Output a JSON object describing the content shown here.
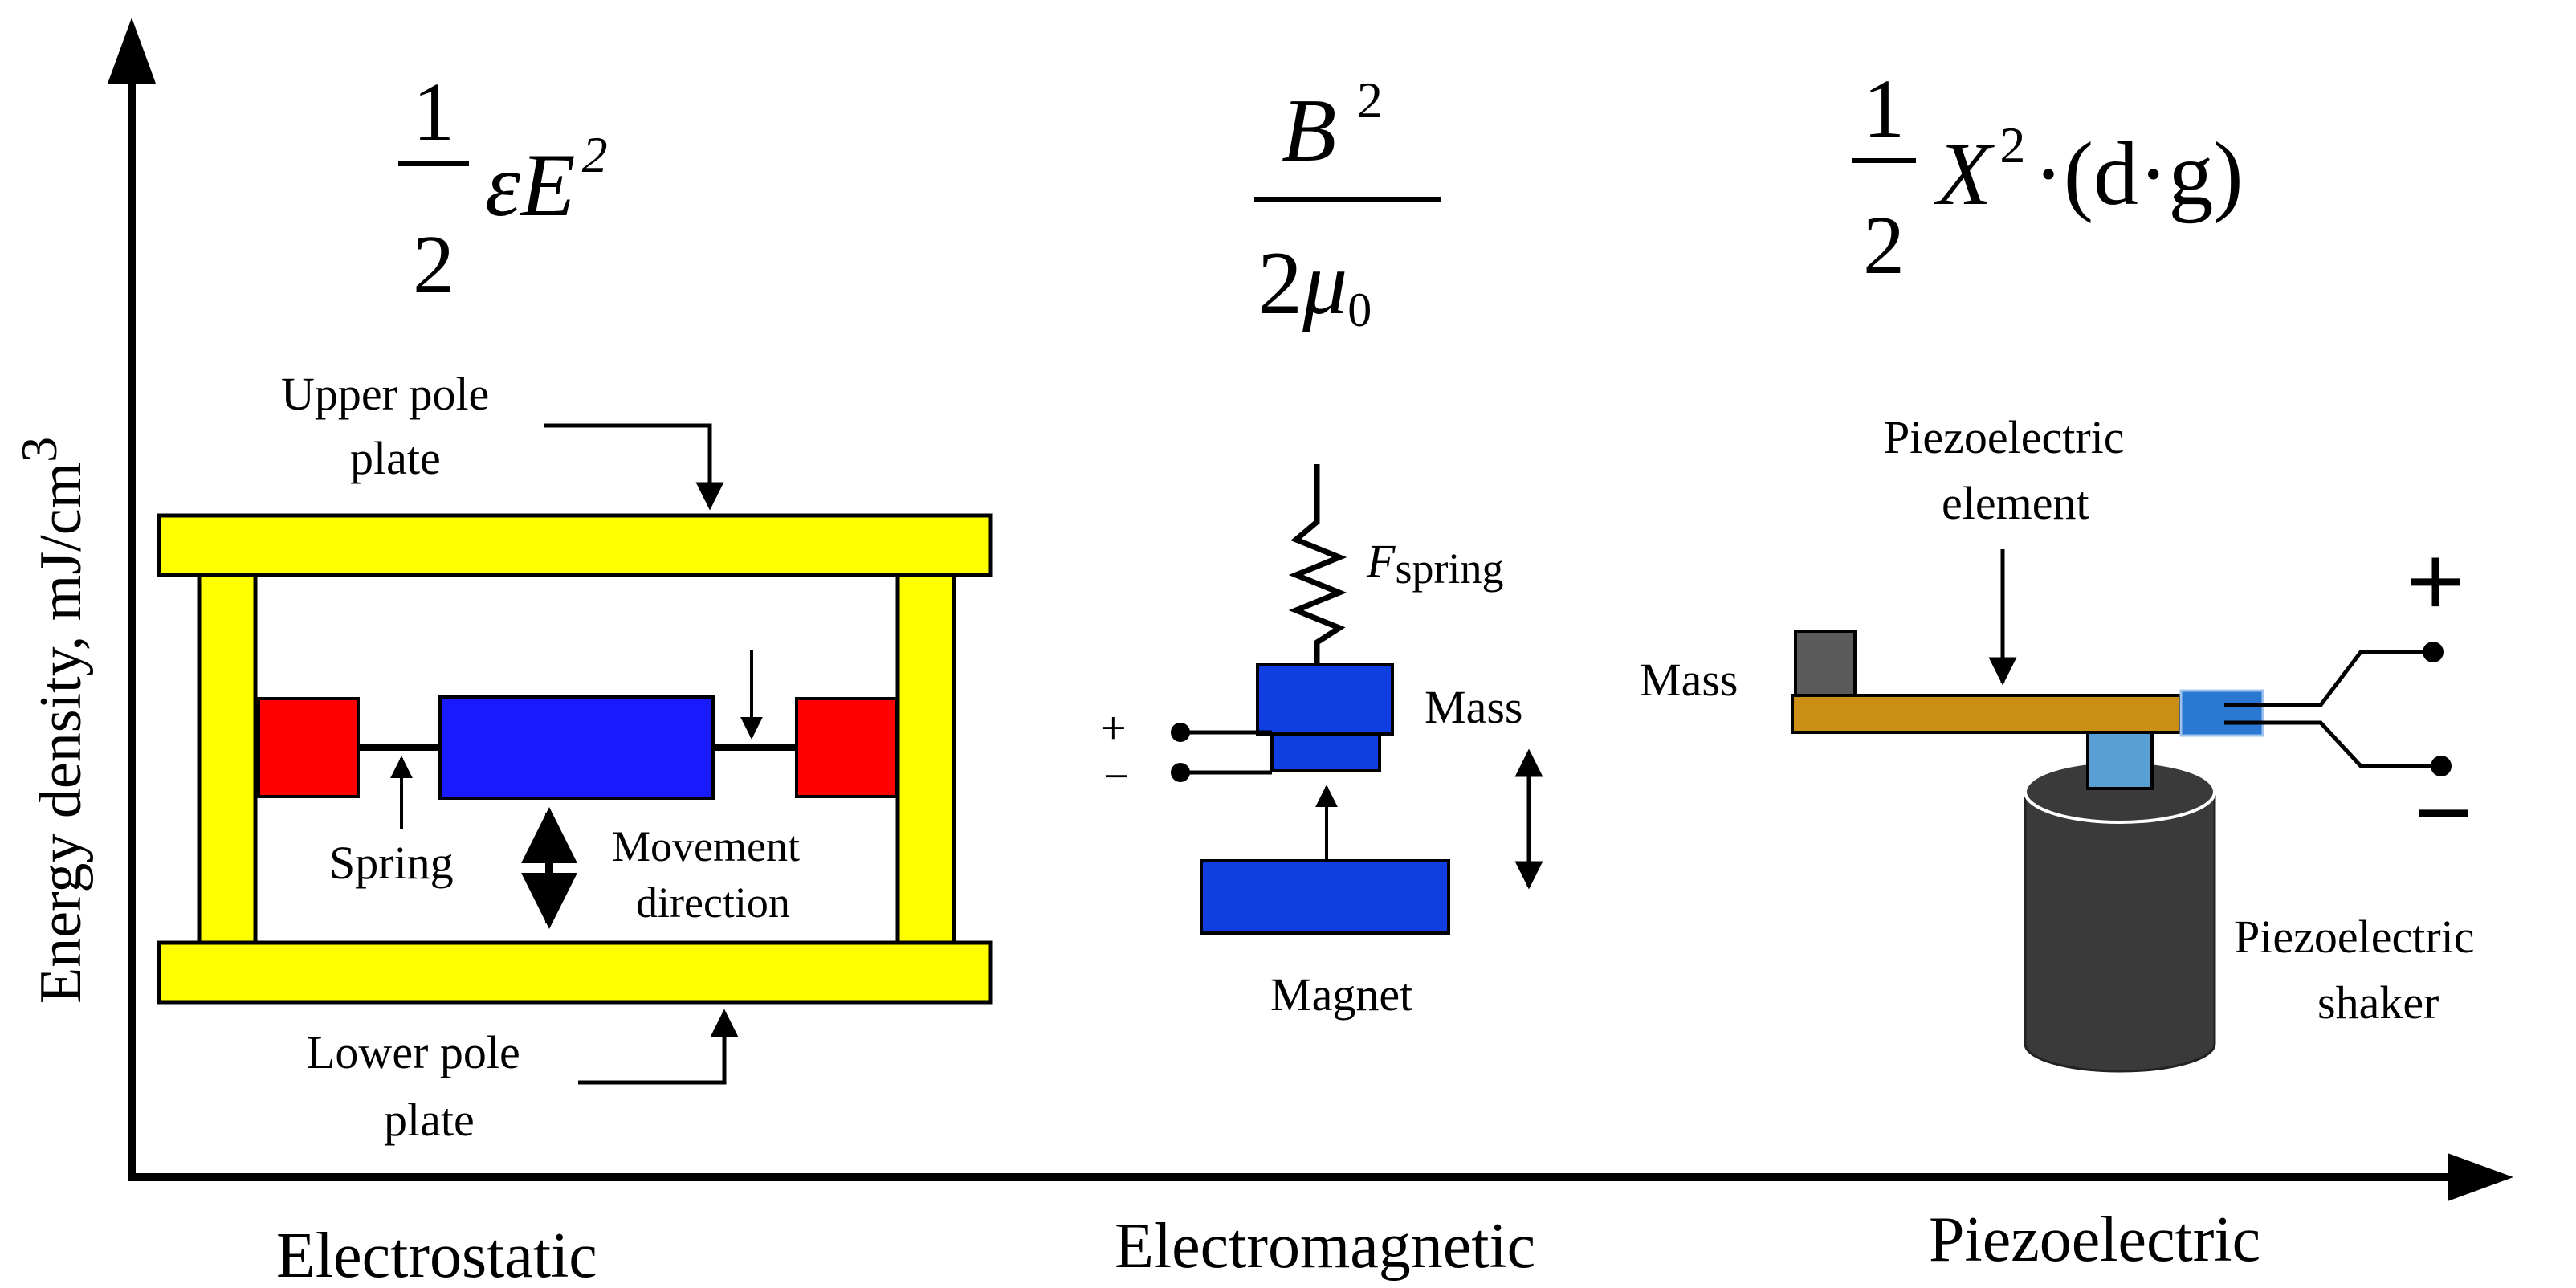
{
  "y_axis": {
    "label": "Energy density, mJ/cm",
    "unit_exponent": "3"
  },
  "categories": [
    "Electrostatic",
    "Electromagnetic",
    "Piezoelectric"
  ],
  "formulas": {
    "electrostatic": {
      "num": "1",
      "den": "2",
      "body_eps": "ε",
      "body_E": "E",
      "exp": "2"
    },
    "electromagnetic": {
      "num_B": "B",
      "num_exp": "2",
      "den": "2",
      "mu": "μ",
      "mu_sub": "0"
    },
    "piezoelectric": {
      "num": "1",
      "den": "2",
      "body_X": "X",
      "exp": "2",
      "tail": "·(d·g)"
    }
  },
  "electrostatic": {
    "upper_line1": "Upper pole",
    "upper_line2": "plate",
    "lower_line1": "Lower pole",
    "lower_line2": "plate",
    "spring": "Spring",
    "movement_line1": "Movement",
    "movement_line2": "direction"
  },
  "electromagnetic": {
    "force_symbol": "F",
    "force_subscript": "spring",
    "mass": "Mass",
    "magnet": "Magnet",
    "plus": "+",
    "minus": "−"
  },
  "piezoelectric": {
    "element_line1": "Piezoelectric",
    "element_line2": "element",
    "mass": "Mass",
    "shaker_line1": "Piezoelectric",
    "shaker_line2": "shaker",
    "plus": "+",
    "minus": "−"
  },
  "colors": {
    "pole_plate": "#ffff00",
    "electrode": "#ff0000",
    "proof_mass": "#1a1aff",
    "em_block": "#0f3fe0",
    "cantilever": "#cc8f16",
    "piezo_contact": "#2a78d2",
    "shaker_top": "#5a9fd3",
    "shaker_body": "#3a3a3a",
    "piezo_mass": "#5a5a5a"
  }
}
